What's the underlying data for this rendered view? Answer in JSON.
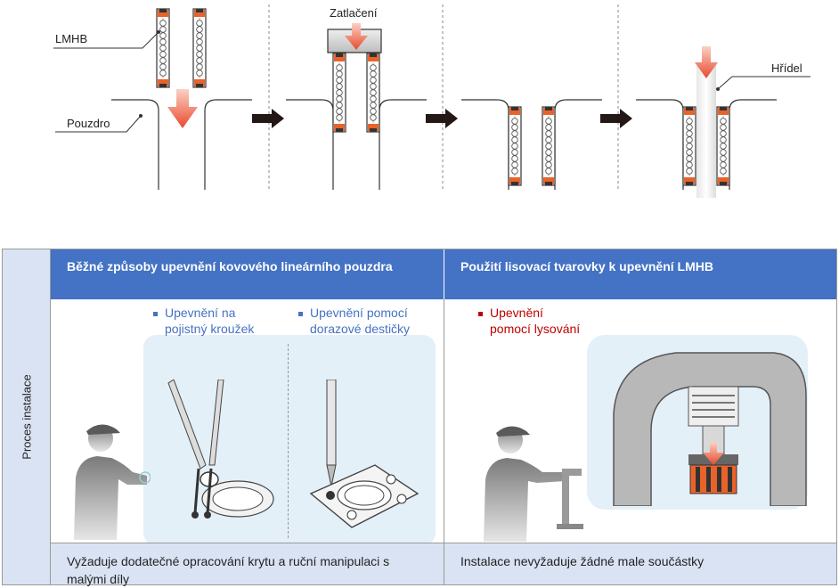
{
  "diagram": {
    "labels": {
      "lmhb": "LMHB",
      "pouzdro": "Pouzdro",
      "zatlaceni": "Zatlačení",
      "hridel": "Hřídel"
    }
  },
  "table": {
    "side_label": "Proces instalace",
    "columns": [
      {
        "header": "Běžné způsoby upevnění kovového lineárního pouzdra",
        "methods": [
          {
            "line1": "Upevnění na",
            "line2": "pojistný kroužek"
          },
          {
            "line1": "Upevnění pomocí",
            "line2": "dorazové destičky"
          }
        ],
        "footer_line1": "Vyžaduje dodatečné opracování krytu a ruční manipulaci s",
        "footer_line2": "malými díly"
      },
      {
        "header": "Použití lisovací tvarovky k upevnění LMHB",
        "methods": [
          {
            "line1": "Upevnění",
            "line2": "pomocí lysování"
          }
        ],
        "footer_line1": "Instalace nevyžaduje žádné male součástky"
      }
    ]
  },
  "colors": {
    "header_blue": "#4472c4",
    "light_blue": "#dae3f3",
    "seal_orange": "#e8632b",
    "arrow_red": "#e84a2f",
    "method_red": "#c00000"
  }
}
